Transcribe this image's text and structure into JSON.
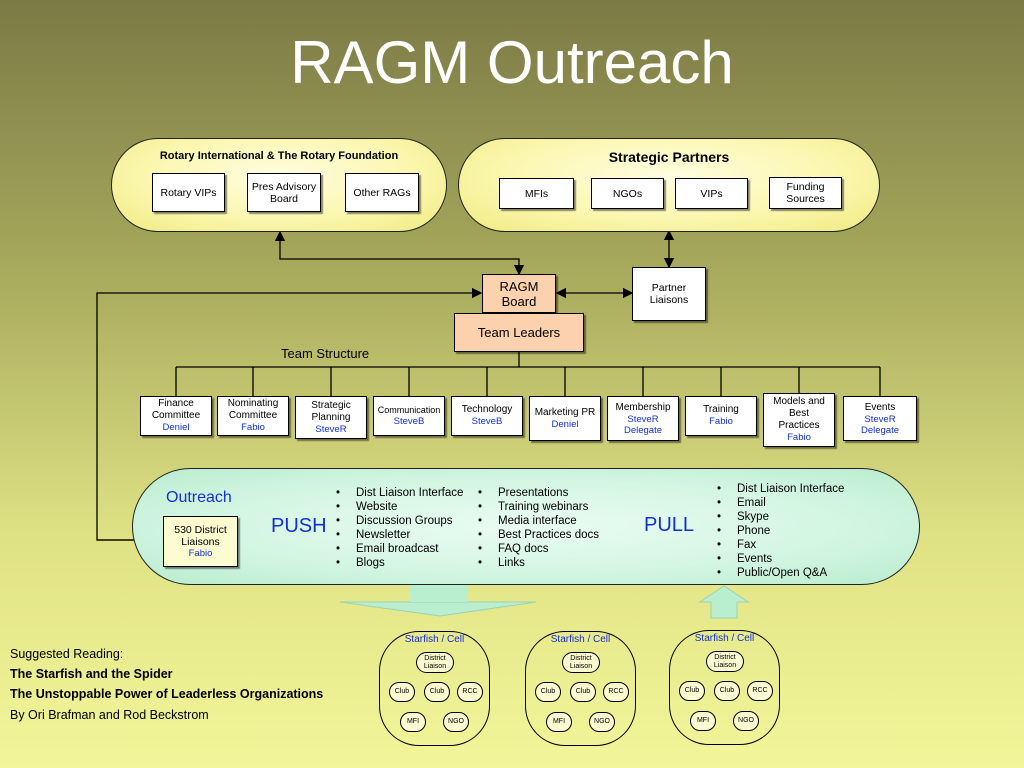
{
  "title": "RAGM Outreach",
  "rotary": {
    "heading": "Rotary International & The Rotary Foundation",
    "boxes": [
      "Rotary VIPs",
      "Pres Advisory Board",
      "Other RAGs"
    ]
  },
  "partners": {
    "heading": "Strategic Partners",
    "boxes": [
      "MFIs",
      "NGOs",
      "VIPs",
      "Funding Sources"
    ]
  },
  "board": "RAGM Board",
  "partner_liaisons": "Partner Liaisons",
  "team_leaders": "Team Leaders",
  "team_structure": "Team Structure",
  "teams": [
    {
      "name": "Finance Committee",
      "lead": "Deniel"
    },
    {
      "name": "Nominating Committee",
      "lead": "Fabio"
    },
    {
      "name": "Strategic Planning",
      "lead": "SteveR"
    },
    {
      "name": "Communication",
      "lead": "SteveB"
    },
    {
      "name": "Technology",
      "lead": "SteveB"
    },
    {
      "name": "Marketing PR",
      "lead": "Deniel"
    },
    {
      "name": "Membership",
      "lead": "SteveR Delegate"
    },
    {
      "name": "Training",
      "lead": "Fabio"
    },
    {
      "name": "Models and Best Practices",
      "lead": "Fabio"
    },
    {
      "name": "Events",
      "lead": "SteveR Delegate"
    }
  ],
  "outreach": {
    "label": "Outreach",
    "liaisons": "530 District Liaisons",
    "liaisons_lead": "Fabio",
    "push_label": "PUSH",
    "pull_label": "PULL",
    "push_col1": [
      "Dist Liaison Interface",
      "Website",
      "Discussion Groups",
      "Newsletter",
      "Email broadcast",
      "Blogs"
    ],
    "push_col2": [
      "Presentations",
      "Training webinars",
      "Media interface",
      "Best Practices docs",
      "FAQ docs",
      "Links"
    ],
    "pull_items": [
      "Dist Liaison Interface",
      "Email",
      "Skype",
      "Phone",
      "Fax",
      "Events",
      "Public/Open Q&A"
    ]
  },
  "starfish": {
    "title": "Starfish / Cell",
    "district": "District Liaison",
    "club": "Club",
    "rcc": "RCC",
    "mfi": "MFI",
    "ngo": "NGO"
  },
  "reading": {
    "heading": "Suggested Reading:",
    "book_title": "The Starfish and the Spider",
    "book_subtitle": "The Unstoppable Power of Leaderless Organizations",
    "authors": "By Ori Brafman and Rod Beckstrom"
  },
  "colors": {
    "lead_blue": "#1330d0",
    "board_fill": "#fbd2ad",
    "outreach_fill": "#d2f5e2"
  }
}
